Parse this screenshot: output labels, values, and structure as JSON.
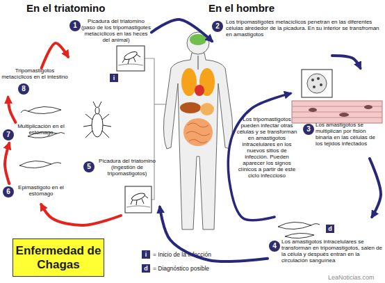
{
  "diagram": {
    "title": "Enfermedad de Chagas",
    "nodes": [
      {
        "text": [
          "1",
          "Picadura del triatomino (paso de los tripomastigotes metacíclicos en las heces del animal)"
        ]
      },
      {
        "text": [
          "2",
          "Los tripomastigotes metacíclicos penetran en las diferentes células alrededor de la picadura. En su interior se transfroman en amastigotos"
        ]
      },
      {
        "text": [
          "3",
          "Los amastigotos se multiplican por fisión binaria en las células de los tejidos infectados"
        ]
      },
      {
        "text": [
          "4",
          "Los amastigotos intracelulares se transforman en tripomastigotos, salen de la célula y después entran en la circulación sanguínea"
        ]
      },
      {
        "text": [
          "5",
          "Picadura del triatomino (ingestión de tripomastigotos)"
        ]
      },
      {
        "text": [
          "6",
          "Epimastigoto en el estómago"
        ]
      },
      {
        "text": [
          "7",
          "Multiplicación en el estómago"
        ]
      },
      {
        "text": [
          "Tripomastigotos metacíclicos en el intestino",
          "8"
        ]
      }
    ],
    "edges": [
      {
        "from": 0,
        "to": 1,
        "arrow": "to"
      },
      {
        "from": 1,
        "to": 2,
        "arrow": "to"
      },
      {
        "from": 2,
        "to": 3,
        "arrow": "to"
      },
      {
        "from": 3,
        "to": 4,
        "arrow": "to"
      },
      {
        "from": 4,
        "to": 5,
        "arrow": "to"
      },
      {
        "from": 5,
        "to": 6,
        "arrow": "to"
      },
      {
        "from": 6,
        "to": 7,
        "arrow": "to"
      },
      {
        "from": 7,
        "to": 0,
        "arrow": "to"
      },
      {
        "from": 3,
        "to": 2,
        "arrow": "to",
        "label": "Los tripomastigotos pueden infectar otras células y se transforman en amastigotos intracelulares en los nuevos sitios de infección. Pueden aparecer los signos clínicos a partir de este ciclo infeccioso"
      }
    ],
    "labels": [
      "En el triatomino",
      "En el hombre",
      "i",
      "d",
      "i",
      "d",
      "LeaNoticias.com"
    ],
    "legend": [
      {
        "text": "= Inicio de la infección"
      },
      {
        "text": "= Diagnóstico posible"
      }
    ]
  }
}
